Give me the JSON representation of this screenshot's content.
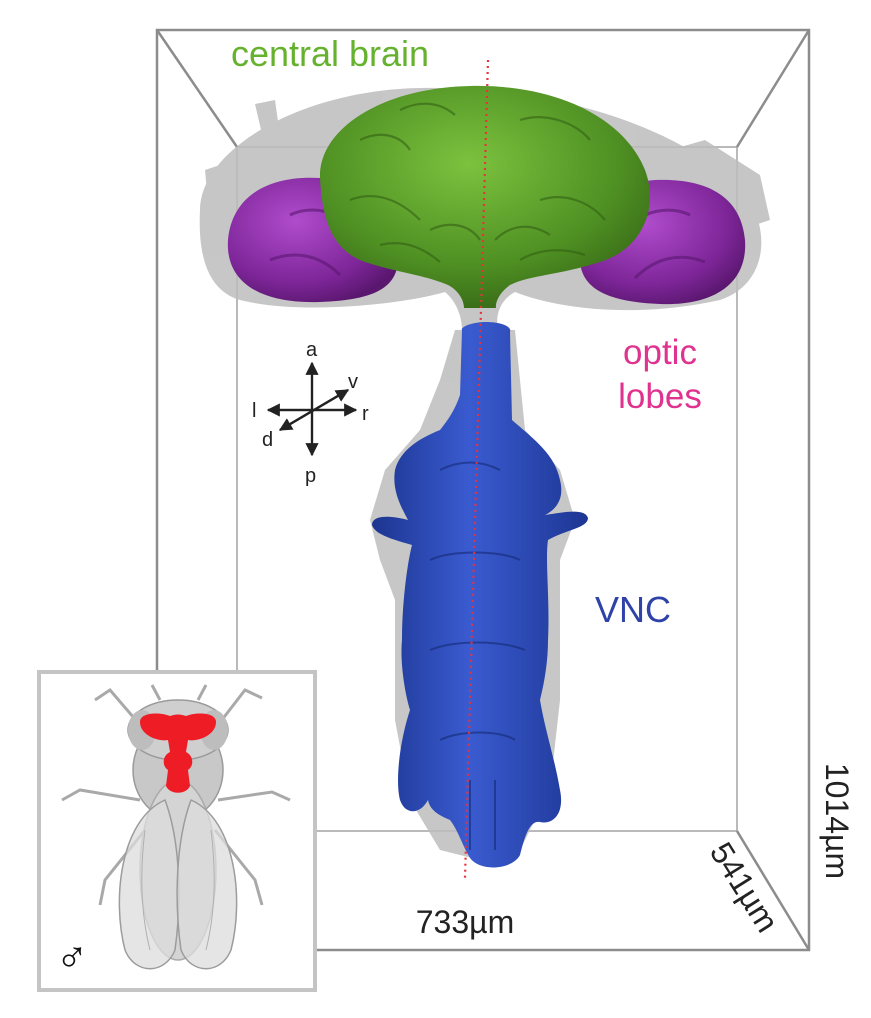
{
  "labels": {
    "central_brain": "central brain",
    "optic_lobes_line1": "optic",
    "optic_lobes_line2": "lobes",
    "vnc": "VNC"
  },
  "dimensions": {
    "width": "733µm",
    "depth": "541µm",
    "height": "1014µm"
  },
  "axes": {
    "anterior": "a",
    "posterior": "p",
    "left": "l",
    "right": "r",
    "ventral": "v",
    "dorsal": "d"
  },
  "inset": {
    "sex_symbol": "♂"
  },
  "colors": {
    "central_brain": "#5a9e2a",
    "optic_lobes": "#8a2ca6",
    "vnc": "#2747b0",
    "optic_label": "#e0338f",
    "vnc_label": "#2e42a8",
    "brain_label": "#66b22e",
    "fly_brain": "#ee1c24",
    "midline": "#e8323c",
    "tissue": "#b9b9b9",
    "box": "#8c8c8c"
  }
}
